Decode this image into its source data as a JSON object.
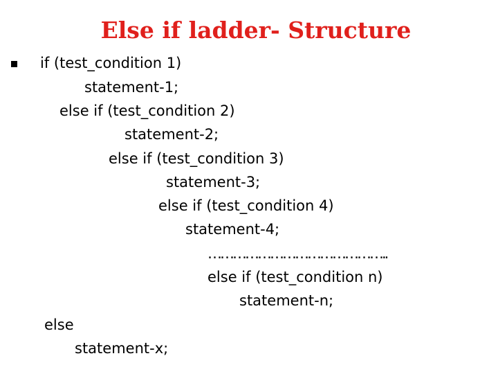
{
  "slide": {
    "title": "Else if ladder- Structure",
    "lines": [
      "if (test_condition 1)",
      "statement-1;",
      "else if (test_condition 2)",
      "statement-2;",
      "else if (test_condition 3)",
      "statement-3;",
      "else if (test_condition 4)",
      "statement-4;",
      "……………………………………..",
      "else if (test_condition n)",
      "statement-n;",
      "else",
      "statement-x;"
    ],
    "colors": {
      "title": "#e0201c",
      "text": "#000000",
      "background": "#ffffff"
    }
  }
}
